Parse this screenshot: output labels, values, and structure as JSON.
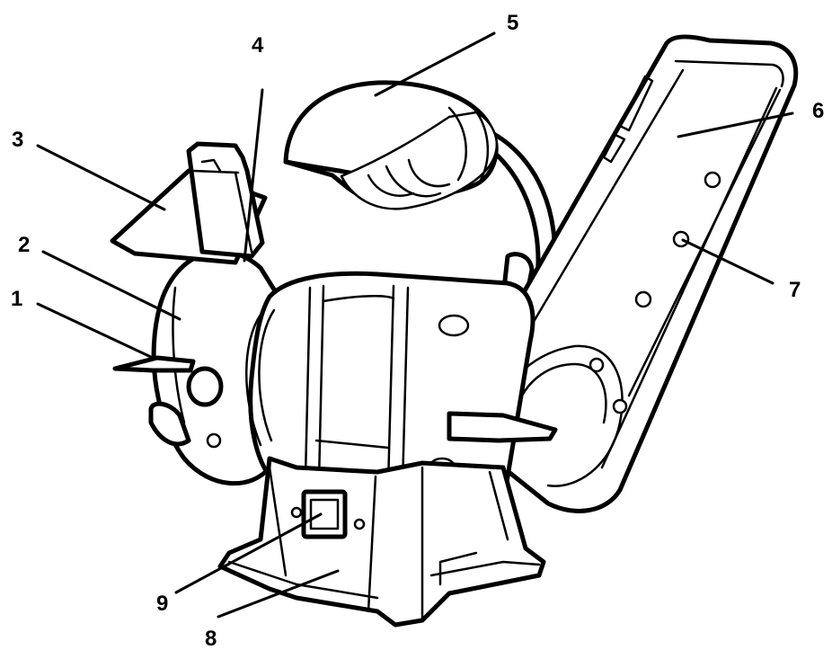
{
  "colors": {
    "line": "#000000",
    "background": "#ffffff"
  },
  "callouts": [
    {
      "number": "1"
    },
    {
      "number": "2"
    },
    {
      "number": "3"
    },
    {
      "number": "4"
    },
    {
      "number": "5"
    },
    {
      "number": "6"
    },
    {
      "number": "7"
    },
    {
      "number": "8"
    },
    {
      "number": "9"
    }
  ]
}
